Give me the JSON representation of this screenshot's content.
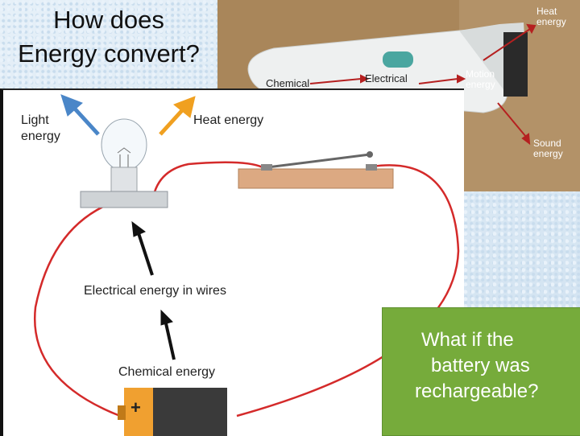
{
  "slide": {
    "title_line1": "How does",
    "title_line2": "Energy convert?"
  },
  "photo": {
    "label_heat": "Heat energy",
    "label_chemical": "Chemical",
    "label_electrical": "Electrical",
    "label_motion": "Motion energy",
    "label_sound": "Sound energy"
  },
  "diagram": {
    "label_light": "Light energy",
    "label_heat": "Heat energy",
    "label_electrical": "Electrical energy in wires",
    "label_chemical": "Chemical energy",
    "battery_sign": "+"
  },
  "callout": {
    "line1": "What if the",
    "line2": "battery was",
    "line3": "rechargeable?"
  },
  "colors": {
    "wire": "#d42a2a",
    "light_arrow": "#4a86c8",
    "heat_arrow": "#f0a020",
    "photo_arrow": "#b52020",
    "callout_bg": "#76ab3b"
  }
}
